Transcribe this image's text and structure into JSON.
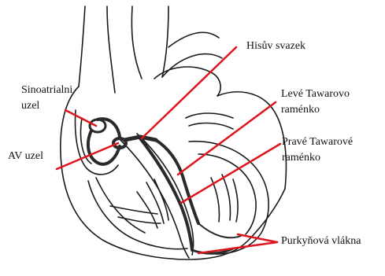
{
  "labels": {
    "sinoatrial_line1": "Sinoatrialni",
    "sinoatrial_line2": "uzel",
    "av_node": "AV uzel",
    "his_bundle": "Hisův svazek",
    "left_branch_line1": "Levé Tawarovo",
    "left_branch_line2": "raménko",
    "right_branch_line1": "Pravé Tawarové",
    "right_branch_line2": "raménko",
    "purkinje": "Purkyňová vlákna"
  },
  "colors": {
    "leader_line": "#e0141c",
    "outline": "#1a1a1a",
    "conduction_path": "#2a2a2a"
  }
}
